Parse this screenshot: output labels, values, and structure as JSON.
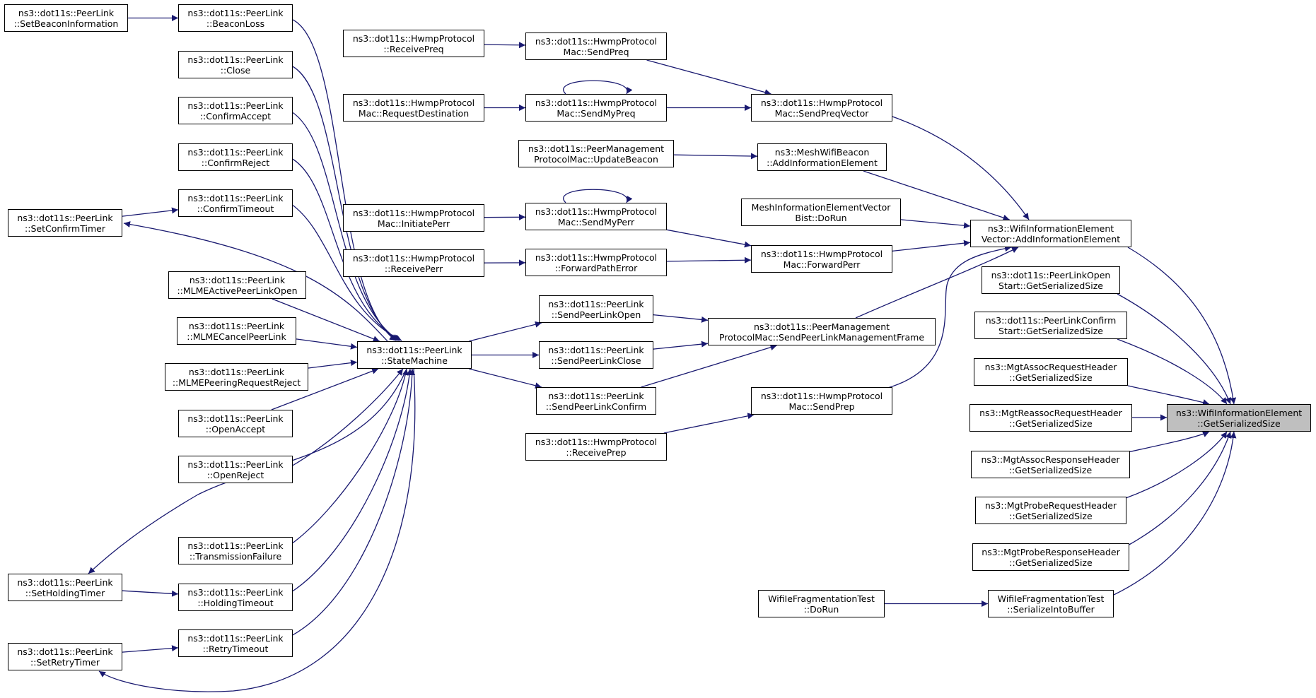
{
  "diagram": {
    "title": "",
    "colors": {
      "edge": "#191970",
      "node_border": "#000000",
      "focus_fill": "#bfbfbf",
      "node_fill": "#ffffff"
    },
    "nodes": [
      {
        "id": "setBeaconInfo",
        "l1": "ns3::dot11s::PeerLink",
        "l2": "::SetBeaconInformation"
      },
      {
        "id": "beaconLoss",
        "l1": "ns3::dot11s::PeerLink",
        "l2": "::BeaconLoss"
      },
      {
        "id": "close",
        "l1": "ns3::dot11s::PeerLink",
        "l2": "::Close"
      },
      {
        "id": "confirmAccept",
        "l1": "ns3::dot11s::PeerLink",
        "l2": "::ConfirmAccept"
      },
      {
        "id": "confirmReject",
        "l1": "ns3::dot11s::PeerLink",
        "l2": "::ConfirmReject"
      },
      {
        "id": "confirmTimeout",
        "l1": "ns3::dot11s::PeerLink",
        "l2": "::ConfirmTimeout"
      },
      {
        "id": "setConfirmTimer",
        "l1": "ns3::dot11s::PeerLink",
        "l2": "::SetConfirmTimer"
      },
      {
        "id": "mlmeActive",
        "l1": "ns3::dot11s::PeerLink",
        "l2": "::MLMEActivePeerLinkOpen"
      },
      {
        "id": "mlmeCancel",
        "l1": "ns3::dot11s::PeerLink",
        "l2": "::MLMECancelPeerLink"
      },
      {
        "id": "mlmePeering",
        "l1": "ns3::dot11s::PeerLink",
        "l2": "::MLMEPeeringRequestReject"
      },
      {
        "id": "openAccept",
        "l1": "ns3::dot11s::PeerLink",
        "l2": "::OpenAccept"
      },
      {
        "id": "openReject",
        "l1": "ns3::dot11s::PeerLink",
        "l2": "::OpenReject"
      },
      {
        "id": "transFailure",
        "l1": "ns3::dot11s::PeerLink",
        "l2": "::TransmissionFailure"
      },
      {
        "id": "setHoldingTimer",
        "l1": "ns3::dot11s::PeerLink",
        "l2": "::SetHoldingTimer"
      },
      {
        "id": "holdingTimeout",
        "l1": "ns3::dot11s::PeerLink",
        "l2": "::HoldingTimeout"
      },
      {
        "id": "setRetryTimer",
        "l1": "ns3::dot11s::PeerLink",
        "l2": "::SetRetryTimer"
      },
      {
        "id": "retryTimeout",
        "l1": "ns3::dot11s::PeerLink",
        "l2": "::RetryTimeout"
      },
      {
        "id": "stateMachine",
        "l1": "ns3::dot11s::PeerLink",
        "l2": "::StateMachine"
      },
      {
        "id": "receivePreq",
        "l1": "ns3::dot11s::HwmpProtocol",
        "l2": "::ReceivePreq"
      },
      {
        "id": "requestDest",
        "l1": "ns3::dot11s::HwmpProtocol",
        "l2": "Mac::RequestDestination"
      },
      {
        "id": "pmpUpdateBeacon",
        "l1": "ns3::dot11s::PeerManagement",
        "l2": "ProtocolMac::UpdateBeacon"
      },
      {
        "id": "initiatePerr",
        "l1": "ns3::dot11s::HwmpProtocol",
        "l2": "Mac::InitiatePerr"
      },
      {
        "id": "receivePerr",
        "l1": "ns3::dot11s::HwmpProtocol",
        "l2": "::ReceivePerr"
      },
      {
        "id": "sendPreq",
        "l1": "ns3::dot11s::HwmpProtocol",
        "l2": "Mac::SendPreq"
      },
      {
        "id": "sendMyPreq",
        "l1": "ns3::dot11s::HwmpProtocol",
        "l2": "Mac::SendMyPreq"
      },
      {
        "id": "sendMyPerr",
        "l1": "ns3::dot11s::HwmpProtocol",
        "l2": "Mac::SendMyPerr"
      },
      {
        "id": "forwardPathError",
        "l1": "ns3::dot11s::HwmpProtocol",
        "l2": "::ForwardPathError"
      },
      {
        "id": "sendPeerLinkOpen",
        "l1": "ns3::dot11s::PeerLink",
        "l2": "::SendPeerLinkOpen"
      },
      {
        "id": "sendPeerLinkClose",
        "l1": "ns3::dot11s::PeerLink",
        "l2": "::SendPeerLinkClose"
      },
      {
        "id": "sendPeerLinkConfirm",
        "l1": "ns3::dot11s::PeerLink",
        "l2": "::SendPeerLinkConfirm"
      },
      {
        "id": "receivePrep",
        "l1": "ns3::dot11s::HwmpProtocol",
        "l2": "::ReceivePrep"
      },
      {
        "id": "sendPreqVector",
        "l1": "ns3::dot11s::HwmpProtocol",
        "l2": "Mac::SendPreqVector"
      },
      {
        "id": "meshWifiBeacon",
        "l1": "ns3::MeshWifiBeacon",
        "l2": "::AddInformationElement"
      },
      {
        "id": "meshIeVector",
        "l1": "MeshInformationElementVector",
        "l2": "Bist::DoRun"
      },
      {
        "id": "forwardPerr",
        "l1": "ns3::dot11s::HwmpProtocol",
        "l2": "Mac::ForwardPerr"
      },
      {
        "id": "pmpSendFrame",
        "l1": "ns3::dot11s::PeerManagement",
        "l2": "ProtocolMac::SendPeerLinkManagementFrame"
      },
      {
        "id": "sendPrep",
        "l1": "ns3::dot11s::HwmpProtocol",
        "l2": "Mac::SendPrep"
      },
      {
        "id": "wifiIeDoRun",
        "l1": "WifiIeFragmentationTest",
        "l2": "::DoRun"
      },
      {
        "id": "wifiIeVectorAdd",
        "l1": "ns3::WifiInformationElement",
        "l2": "Vector::AddInformationElement"
      },
      {
        "id": "peerLinkOpenStart",
        "l1": "ns3::dot11s::PeerLinkOpen",
        "l2": "Start::GetSerializedSize"
      },
      {
        "id": "peerLinkConfirmStart",
        "l1": "ns3::dot11s::PeerLinkConfirm",
        "l2": "Start::GetSerializedSize"
      },
      {
        "id": "mgtAssocReq",
        "l1": "ns3::MgtAssocRequestHeader",
        "l2": "::GetSerializedSize"
      },
      {
        "id": "mgtReassocReq",
        "l1": "ns3::MgtReassocRequestHeader",
        "l2": "::GetSerializedSize"
      },
      {
        "id": "mgtAssocResp",
        "l1": "ns3::MgtAssocResponseHeader",
        "l2": "::GetSerializedSize"
      },
      {
        "id": "mgtProbeReq",
        "l1": "ns3::MgtProbeRequestHeader",
        "l2": "::GetSerializedSize"
      },
      {
        "id": "mgtProbeResp",
        "l1": "ns3::MgtProbeResponseHeader",
        "l2": "::GetSerializedSize"
      },
      {
        "id": "serializeIntoBuffer",
        "l1": "WifiIeFragmentationTest",
        "l2": "::SerializeIntoBuffer"
      },
      {
        "id": "target",
        "l1": "ns3::WifiInformationElement",
        "l2": "::GetSerializedSize",
        "focus": true
      }
    ],
    "edges": [
      {
        "from": "setBeaconInfo",
        "to": "beaconLoss"
      },
      {
        "from": "beaconLoss",
        "to": "stateMachine"
      },
      {
        "from": "close",
        "to": "stateMachine"
      },
      {
        "from": "confirmAccept",
        "to": "stateMachine"
      },
      {
        "from": "confirmReject",
        "to": "stateMachine"
      },
      {
        "from": "setConfirmTimer",
        "to": "confirmTimeout"
      },
      {
        "from": "confirmTimeout",
        "to": "stateMachine"
      },
      {
        "from": "stateMachine",
        "to": "setConfirmTimer"
      },
      {
        "from": "mlmeActive",
        "to": "stateMachine"
      },
      {
        "from": "mlmeCancel",
        "to": "stateMachine"
      },
      {
        "from": "mlmePeering",
        "to": "stateMachine"
      },
      {
        "from": "openAccept",
        "to": "stateMachine"
      },
      {
        "from": "openReject",
        "to": "stateMachine"
      },
      {
        "from": "transFailure",
        "to": "stateMachine"
      },
      {
        "from": "setHoldingTimer",
        "to": "holdingTimeout"
      },
      {
        "from": "holdingTimeout",
        "to": "stateMachine"
      },
      {
        "from": "stateMachine",
        "to": "setHoldingTimer"
      },
      {
        "from": "setRetryTimer",
        "to": "retryTimeout"
      },
      {
        "from": "retryTimeout",
        "to": "stateMachine"
      },
      {
        "from": "stateMachine",
        "to": "setRetryTimer"
      },
      {
        "from": "stateMachine",
        "to": "sendPeerLinkOpen"
      },
      {
        "from": "stateMachine",
        "to": "sendPeerLinkClose"
      },
      {
        "from": "stateMachine",
        "to": "sendPeerLinkConfirm"
      },
      {
        "from": "receivePreq",
        "to": "sendPreq"
      },
      {
        "from": "requestDest",
        "to": "sendMyPreq"
      },
      {
        "from": "sendMyPreq",
        "to": "sendMyPreq"
      },
      {
        "from": "sendPreq",
        "to": "sendPreqVector"
      },
      {
        "from": "sendMyPreq",
        "to": "sendPreqVector"
      },
      {
        "from": "pmpUpdateBeacon",
        "to": "meshWifiBeacon"
      },
      {
        "from": "initiatePerr",
        "to": "sendMyPerr"
      },
      {
        "from": "sendMyPerr",
        "to": "sendMyPerr"
      },
      {
        "from": "receivePerr",
        "to": "forwardPathError"
      },
      {
        "from": "sendMyPerr",
        "to": "forwardPerr"
      },
      {
        "from": "forwardPathError",
        "to": "forwardPerr"
      },
      {
        "from": "sendPeerLinkOpen",
        "to": "pmpSendFrame"
      },
      {
        "from": "sendPeerLinkClose",
        "to": "pmpSendFrame"
      },
      {
        "from": "sendPeerLinkConfirm",
        "to": "pmpSendFrame"
      },
      {
        "from": "receivePrep",
        "to": "sendPrep"
      },
      {
        "from": "sendPreqVector",
        "to": "wifiIeVectorAdd"
      },
      {
        "from": "meshWifiBeacon",
        "to": "wifiIeVectorAdd"
      },
      {
        "from": "meshIeVector",
        "to": "wifiIeVectorAdd"
      },
      {
        "from": "forwardPerr",
        "to": "wifiIeVectorAdd"
      },
      {
        "from": "pmpSendFrame",
        "to": "wifiIeVectorAdd"
      },
      {
        "from": "sendPrep",
        "to": "wifiIeVectorAdd"
      },
      {
        "from": "wifiIeDoRun",
        "to": "serializeIntoBuffer"
      },
      {
        "from": "wifiIeVectorAdd",
        "to": "target"
      },
      {
        "from": "peerLinkOpenStart",
        "to": "target"
      },
      {
        "from": "peerLinkConfirmStart",
        "to": "target"
      },
      {
        "from": "mgtAssocReq",
        "to": "target"
      },
      {
        "from": "mgtReassocReq",
        "to": "target"
      },
      {
        "from": "mgtAssocResp",
        "to": "target"
      },
      {
        "from": "mgtProbeReq",
        "to": "target"
      },
      {
        "from": "mgtProbeResp",
        "to": "target"
      },
      {
        "from": "serializeIntoBuffer",
        "to": "target"
      }
    ]
  }
}
